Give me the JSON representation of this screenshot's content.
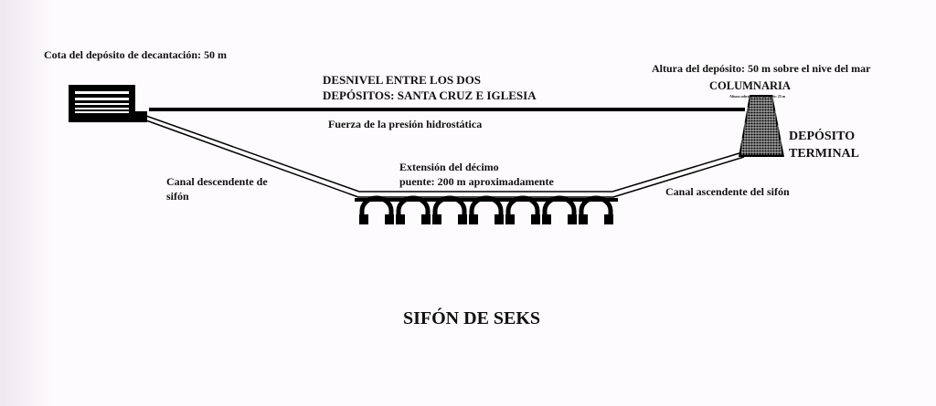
{
  "labels": {
    "cota_deposito": "Cota del depósito de decantación: 50 m",
    "desnivel_line1": "DESNIVEL ENTRE LOS DOS",
    "desnivel_line2": "DEPÓSITOS: SANTA CRUZ E IGLESIA",
    "fuerza": "Fuerza de la presión hidrostática",
    "altura_deposito": "Altura del depósito: 50 m sobre el nive  del mar",
    "columnaria": "COLUMNARIA",
    "altura_suelo": "Altura sobre el nivel del suelo: 25 m",
    "deposito_line1": "DEPÓSITO",
    "deposito_line2": "TERMINAL",
    "canal_desc_line1": "Canal descendente de",
    "canal_desc_line2": "sifón",
    "extension_line1": "Extensión del décimo",
    "extension_line2": "puente: 200 m aproximadamente",
    "canal_asc": "Canal ascendente del sifón",
    "title": "SIFÓN DE SEKS"
  },
  "bridge": {
    "arches": 7
  }
}
